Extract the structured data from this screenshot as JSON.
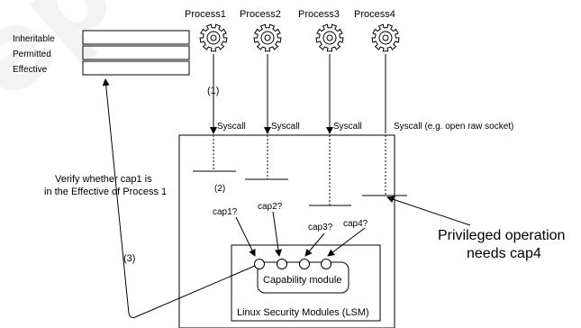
{
  "processes": [
    "Process1",
    "Process2",
    "Process3",
    "Process4"
  ],
  "capability_sets": [
    "Inheritable",
    "Permitted",
    "Effective"
  ],
  "syscalls": [
    "Syscall",
    "Syscall",
    "Syscall",
    "Syscall (e.g. open raw socket)"
  ],
  "steps": {
    "one": "(1)",
    "two": "(2)",
    "three": "(3)"
  },
  "cap_queries": [
    "cap1?",
    "cap2?",
    "cap3?",
    "cap4?"
  ],
  "verify_note": [
    "Verify whether cap1 is",
    "in the Effective of Process 1"
  ],
  "privileged_note": [
    "Privileged operation",
    "needs cap4"
  ],
  "capability_module": "Capability module",
  "lsm_label": "Linux Security Modules (LSM)",
  "watermark": "ep"
}
